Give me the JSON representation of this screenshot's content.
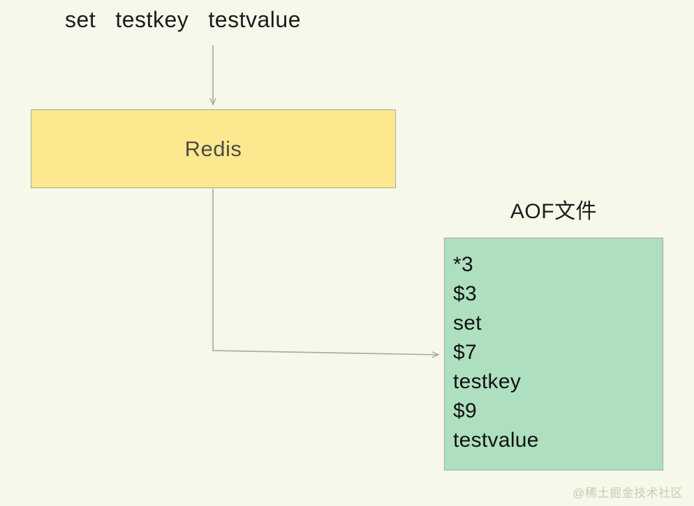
{
  "diagram": {
    "background_color": "#f6f8e9",
    "command": {
      "text": "set   testkey   testvalue"
    },
    "redis_node": {
      "label": "Redis",
      "fill_color": "#fce98f",
      "border_color": "#a9a89b",
      "text_color": "#4d4d4a"
    },
    "aof_node": {
      "title": "AOF文件",
      "fill_color": "#aee0c0",
      "border_color": "#a9a89b",
      "lines": [
        "*3",
        "$3",
        "set",
        "$7",
        "testkey",
        "$9",
        "testvalue"
      ]
    },
    "edges": {
      "color": "#a9a89b",
      "command_to_redis": "arrow-down",
      "redis_to_aof": "arrow-right"
    },
    "watermark": {
      "text": "@稀土掘金技术社区",
      "color": "#c8cbb4"
    }
  }
}
